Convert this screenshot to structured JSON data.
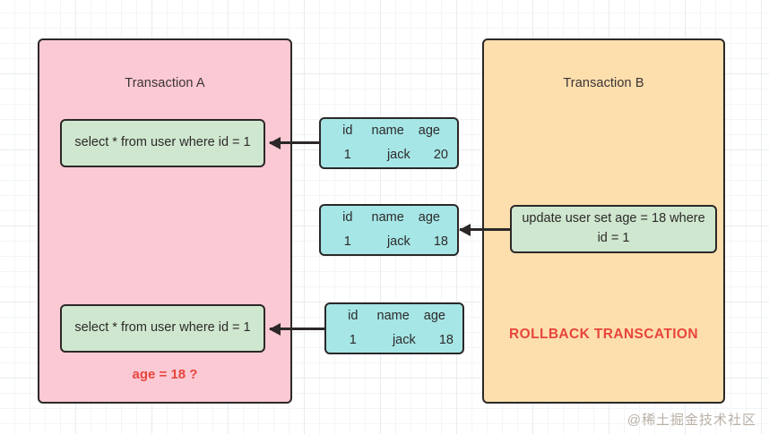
{
  "diagram": {
    "watermark": "@稀土掘金技术社区",
    "panels": [
      {
        "title": "Transaction A"
      },
      {
        "title": "Transaction B"
      }
    ],
    "statements": {
      "select_1": "select  * from user where id = 1",
      "update": "update  user set age = 18 where id = 1",
      "select_2": "select  * from user where id = 1"
    },
    "tables": [
      {
        "headers": {
          "id": "id",
          "name": "name",
          "age": "age"
        },
        "row": {
          "id": "1",
          "name": "jack",
          "age": "20"
        }
      },
      {
        "headers": {
          "id": "id",
          "name": "name",
          "age": "age"
        },
        "row": {
          "id": "1",
          "name": "jack",
          "age": "18"
        }
      },
      {
        "headers": {
          "id": "id",
          "name": "name",
          "age": "age"
        },
        "row": {
          "id": "1",
          "name": "jack",
          "age": "18"
        }
      }
    ],
    "annotations": {
      "rollback": "ROLLBACK  TRANSCATION",
      "age_question": "age = 18 ?"
    },
    "colors": {
      "panel_a": "#fbc9d4",
      "panel_b": "#fcdfad",
      "statement": "#cfe7cf",
      "table": "#a6e6e6",
      "accent": "#e8453c",
      "stroke": "#2c2828"
    }
  }
}
